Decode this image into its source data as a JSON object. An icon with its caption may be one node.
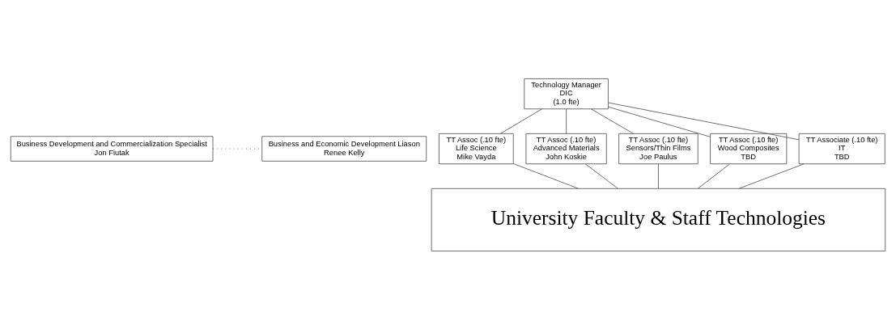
{
  "diagram": {
    "nodes": [
      {
        "text": [
          "Technology Manager",
          "DIC",
          "(1.0 fte)"
        ]
      },
      {
        "text": [
          "Business Development and Commercialization Specialist",
          "Jon Fiutak"
        ]
      },
      {
        "text": [
          "Business and Economic Development Liason",
          "Renee Kelly"
        ]
      },
      {
        "text": [
          "TT Assoc (.10 fte)",
          "Life Science",
          "Mike Vayda"
        ]
      },
      {
        "text": [
          "TT Assoc (.10 fte)",
          "Advanced Materials",
          "John Koskie"
        ]
      },
      {
        "text": [
          "TT Assoc (.10 fte)",
          "Sensors/Thin Films",
          "Joe Paulus"
        ]
      },
      {
        "text": [
          "TT Assoc (.10 fte)",
          "Wood Composites",
          "TBD"
        ]
      },
      {
        "text": [
          "TT Associate (.10 fte)",
          "IT",
          "TBD"
        ]
      },
      {
        "text": [
          "University Faculty & Staff Technologies"
        ]
      }
    ],
    "edges": [
      {
        "from": 1,
        "to": 2,
        "arrow": "none",
        "style": "dashed"
      },
      {
        "from": 0,
        "to": 3,
        "arrow": "none"
      },
      {
        "from": 0,
        "to": 4,
        "arrow": "none"
      },
      {
        "from": 0,
        "to": 5,
        "arrow": "none"
      },
      {
        "from": 0,
        "to": 6,
        "arrow": "none"
      },
      {
        "from": 0,
        "to": 7,
        "arrow": "none"
      },
      {
        "from": 3,
        "to": 8,
        "arrow": "none"
      },
      {
        "from": 4,
        "to": 8,
        "arrow": "none"
      },
      {
        "from": 5,
        "to": 8,
        "arrow": "none"
      },
      {
        "from": 6,
        "to": 8,
        "arrow": "none"
      },
      {
        "from": 7,
        "to": 8,
        "arrow": "none"
      }
    ]
  }
}
